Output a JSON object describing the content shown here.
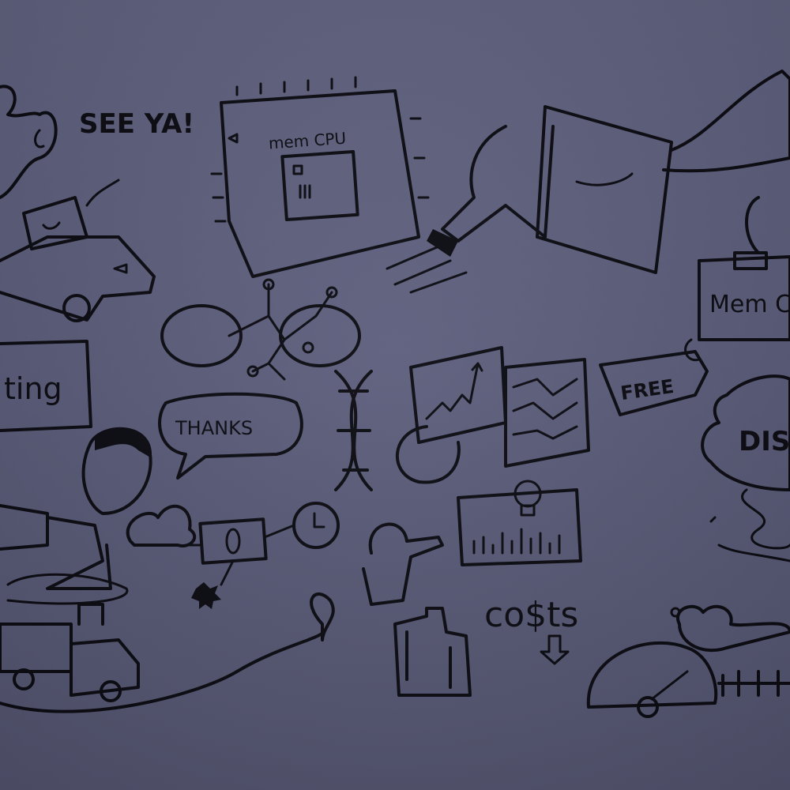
{
  "labels": {
    "see_ya": "SEE YA!",
    "mem_cpu": "mem CPU",
    "computing_fragment": "ting",
    "thanks": "THANKS",
    "free": "FREE",
    "mem_sign": "Mem C",
    "dis": "DIS",
    "costs": "co$ts"
  },
  "colors": {
    "background": "#5f6080",
    "ink": "#0b0b12"
  }
}
